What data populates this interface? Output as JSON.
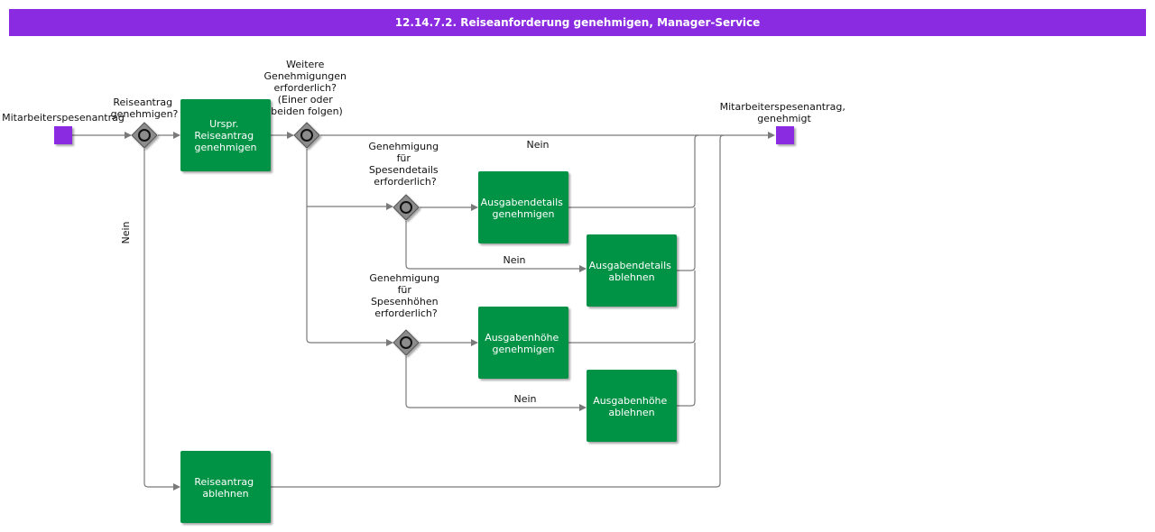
{
  "title": "12.14.7.2. Reiseanforderung genehmigen, Manager-Service",
  "events": {
    "start": "Mitarbeiterspesenantrag",
    "end": [
      "Mitarbeiterspesenantrag,",
      "genehmigt"
    ]
  },
  "gateways": {
    "g1": [
      "Reiseantrag",
      "genehmigen?"
    ],
    "g2": [
      "Weitere",
      "Genehmigungen",
      "erforderlich?",
      "(Einer oder",
      "beiden folgen)"
    ],
    "g3": [
      "Genehmigung",
      "für",
      "Spesendetails",
      "erforderlich?"
    ],
    "g4": [
      "Genehmigung",
      "für",
      "Spesenhöhen",
      "erforderlich?"
    ]
  },
  "tasks": {
    "t1": [
      "Urspr.",
      "Reiseantrag",
      "genehmigen"
    ],
    "t2": [
      "Ausgabendetails",
      "genehmigen"
    ],
    "t3": [
      "Ausgabendetails",
      "ablehnen"
    ],
    "t4": [
      "Ausgabenhöhe",
      "genehmigen"
    ],
    "t5": [
      "Ausgabenhöhe",
      "ablehnen"
    ],
    "t6": [
      "Reiseantrag",
      "ablehnen"
    ]
  },
  "flow_labels": {
    "no_top": "Nein",
    "no_details": "Nein",
    "no_amount": "Nein",
    "no_reject": "Nein"
  },
  "colors": {
    "header": "#8a2be2",
    "task": "#009245",
    "event": "#8a2be2",
    "gateway": "#8c8c8c",
    "flow": "#7a7a7a"
  }
}
